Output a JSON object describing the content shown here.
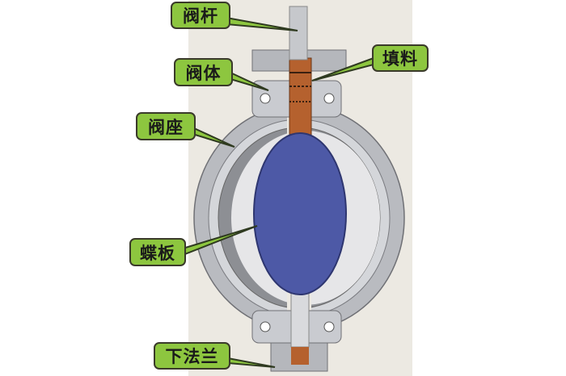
{
  "labels": {
    "stem": "阀杆",
    "packing": "填料",
    "body": "阀体",
    "seat": "阀座",
    "disc": "蝶板",
    "lower_flange": "下法兰"
  },
  "colors": {
    "label_fill": "#8dc63f",
    "disc": "#4d59a6",
    "packing": "#b5612e",
    "metal": "#c9cbd0",
    "background": "#ece9e2"
  }
}
